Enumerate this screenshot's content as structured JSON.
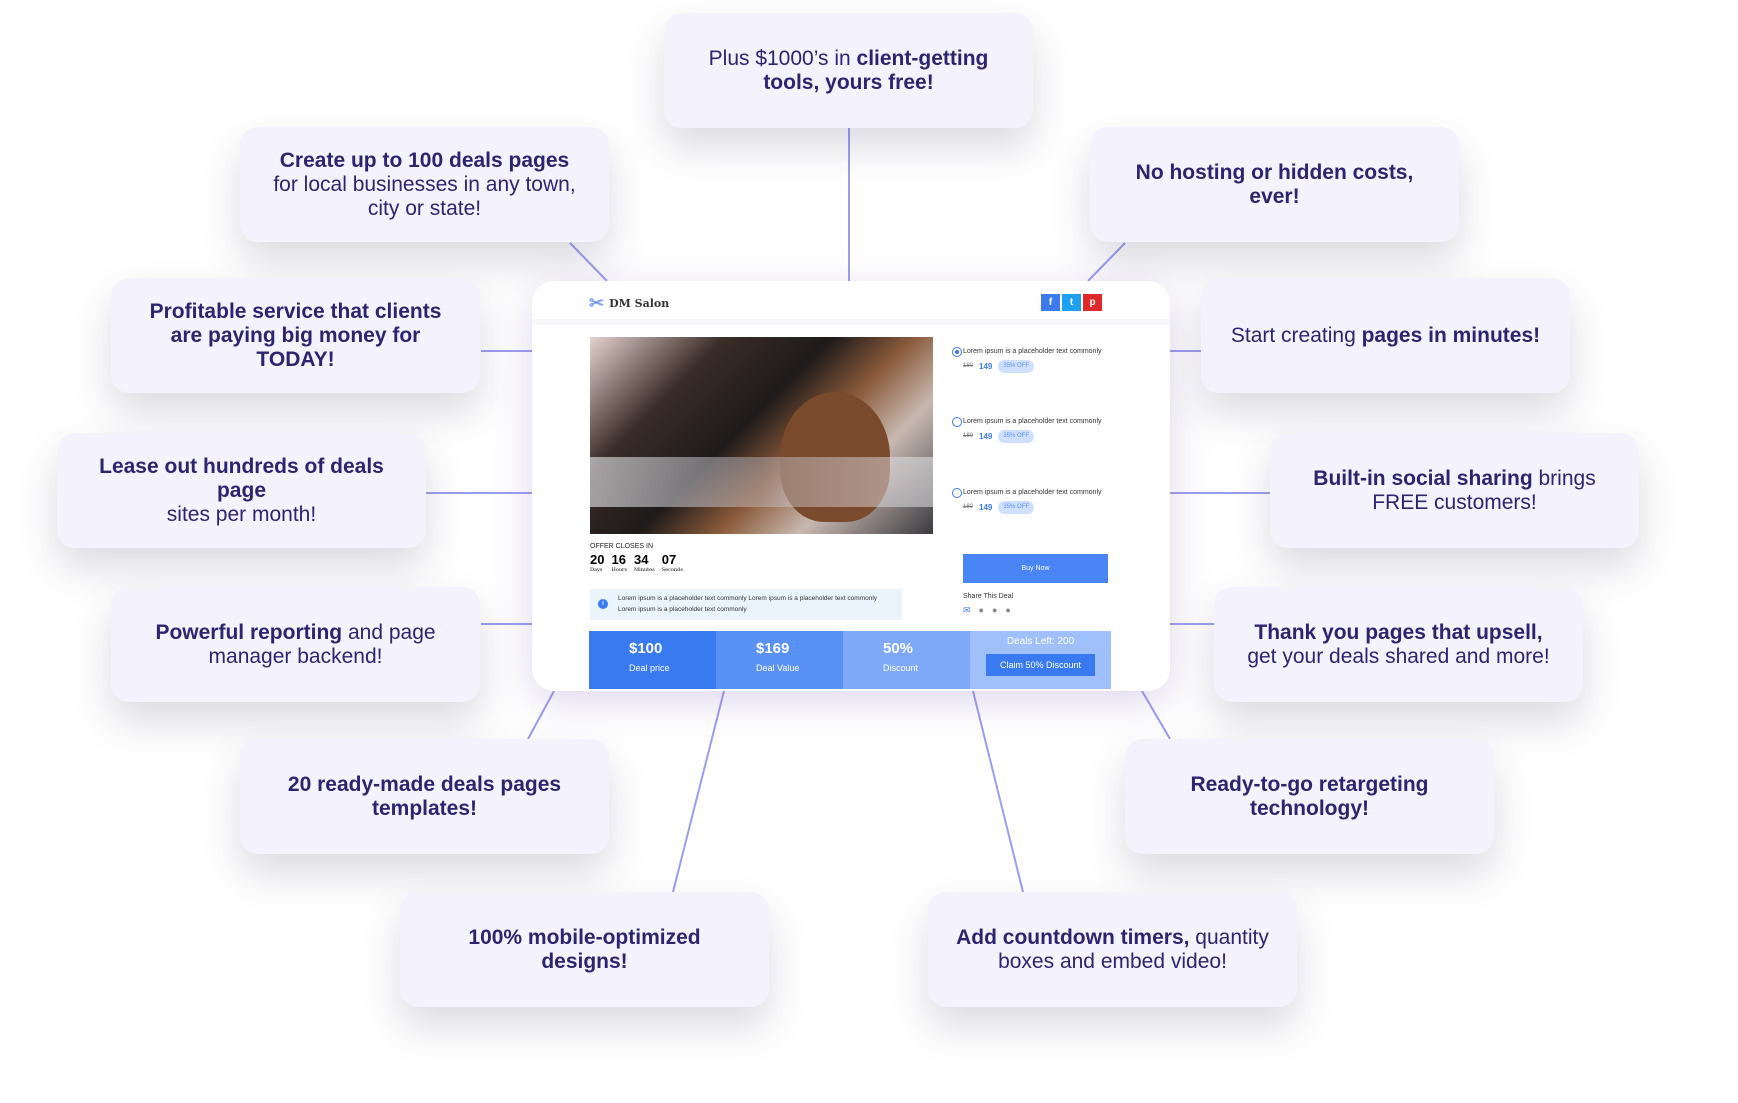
{
  "features": [
    {
      "bold": "Plus $1000’s in ",
      "b2": "client-getting tools, yours free!",
      "order": "normal-bold"
    },
    {
      "bold": "Create up to 100 deals pages",
      "rest": " for local businesses in any town, city or state!"
    },
    {
      "bold": "No hosting or hidden costs, ever!",
      "rest": ""
    },
    {
      "bold": "Profitable service that clients are paying big money for TODAY!",
      "rest": ""
    },
    {
      "pre": "Start creating ",
      "bold": "pages in minutes!"
    },
    {
      "bold": "Lease out hundreds of deals page",
      "rest": " sites per month!"
    },
    {
      "bold": "Built-in social sharing",
      "rest": " brings FREE customers!"
    },
    {
      "bold": "Powerful reporting",
      "rest": " and page manager backend!"
    },
    {
      "bold": "Thank you pages that upsell,",
      "rest": " get your deals shared and more!"
    },
    {
      "bold": "20 ready-made deals pages templates!",
      "rest": ""
    },
    {
      "bold": "Ready-to-go retargeting technology!",
      "rest": ""
    },
    {
      "bold": "100% mobile-optimized designs!",
      "rest": ""
    },
    {
      "bold": "Add countdown timers,",
      "rest": " quantity boxes and embed video!"
    }
  ],
  "mockup": {
    "brand": "DM Salon",
    "social": [
      "f",
      "t",
      "p"
    ],
    "options": [
      {
        "text": "Lorem ipsum is a placeholder text commonly",
        "old": "180",
        "new": "149",
        "badge": "35% OFF"
      },
      {
        "text": "Lorem ipsum is a placeholder text commonly",
        "old": "180",
        "new": "149",
        "badge": "35% OFF"
      },
      {
        "text": "Lorem ipsum is a placeholder text commonly",
        "old": "180",
        "new": "149",
        "badge": "35% OFF"
      }
    ],
    "offer_label": "OFFER CLOSES IN",
    "countdown": [
      {
        "v": "20",
        "l": "Days"
      },
      {
        "v": "16",
        "l": "Hours"
      },
      {
        "v": "34",
        "l": "Minutes"
      },
      {
        "v": "07",
        "l": "Seconds"
      }
    ],
    "info": "Lorem ipsum is a placeholder text commonly Lorem ipsum is a placeholder text commonly Lorem ipsum is a placeholder text commonly",
    "buy": "Buy Now",
    "share": "Share This Deal",
    "stats": [
      {
        "v": "$100",
        "l": "Deal price"
      },
      {
        "v": "$169",
        "l": "Deal Value"
      },
      {
        "v": "50%",
        "l": "Discount"
      }
    ],
    "deals_left": "Deals Left: 200",
    "claim": "Claim 50% Discount"
  }
}
